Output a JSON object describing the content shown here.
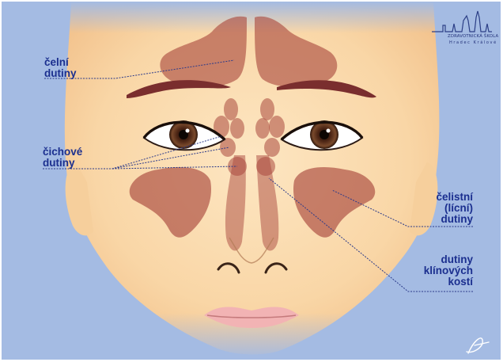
{
  "labels": {
    "frontal": [
      "čelní",
      "dutiny"
    ],
    "ethmoid": [
      "čichové",
      "dutiny"
    ],
    "maxillary": [
      "čelistní",
      "(lícní)",
      "dutiny"
    ],
    "sphenoid": [
      "dutiny",
      "klínových",
      "kostí"
    ]
  },
  "logo": {
    "line1": "ZDRAVOTNICKÁ ŠKOLA",
    "line2": "Hradec Králové"
  },
  "colors": {
    "background": "#a4bbe3",
    "skin": "#fbdcae",
    "sinus": "#a9483e",
    "label_text": "#1b2f8f",
    "leader_line": "#2b3a8a",
    "lips": "#f2b3b4"
  }
}
